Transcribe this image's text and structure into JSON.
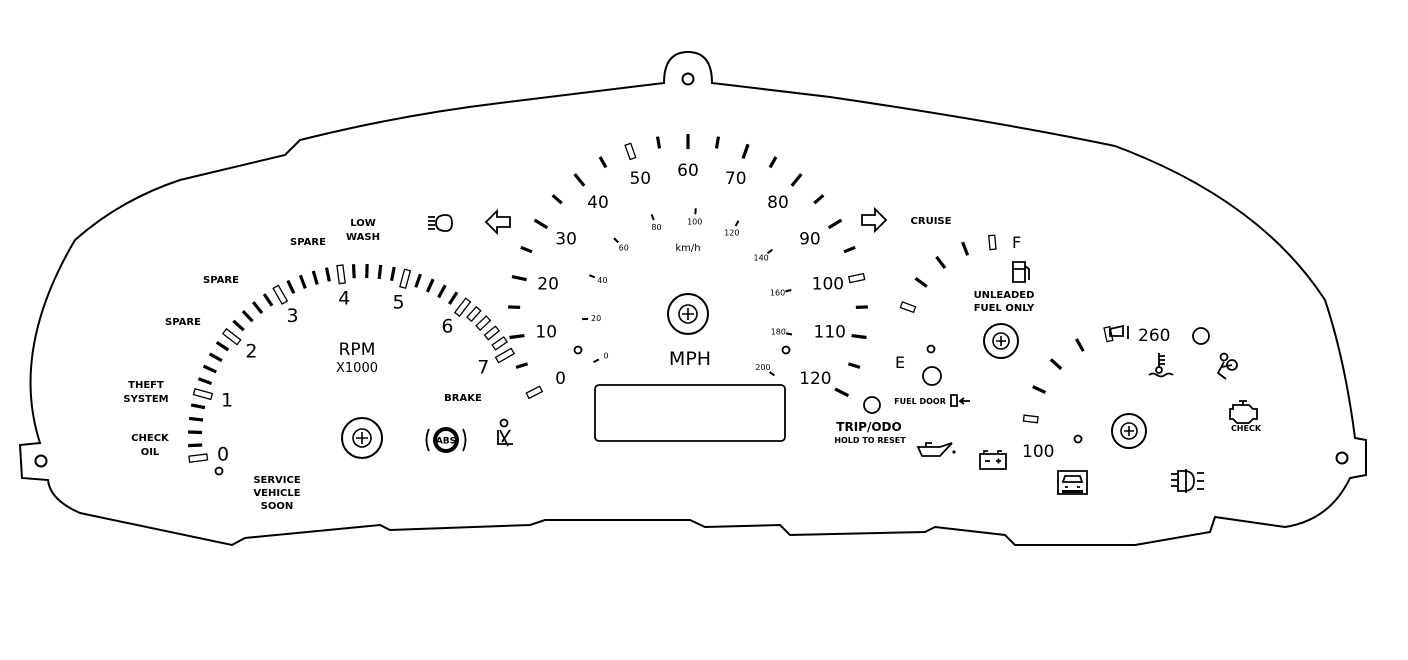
{
  "speedometer": {
    "mph_labels": [
      "0",
      "10",
      "20",
      "30",
      "40",
      "50",
      "60",
      "70",
      "80",
      "90",
      "100",
      "110",
      "120"
    ],
    "kmh_labels": [
      "0",
      "20",
      "40",
      "60",
      "80",
      "100",
      "120",
      "140",
      "160",
      "180",
      "200"
    ],
    "kmh_unit": "km/h",
    "unit": "MPH"
  },
  "tachometer": {
    "labels": [
      "0",
      "1",
      "2",
      "3",
      "4",
      "5",
      "6",
      "7"
    ],
    "unit": "RPM",
    "multiplier": "X1000"
  },
  "fuel_gauge": {
    "full": "F",
    "empty": "E",
    "notice_line1": "UNLEADED",
    "notice_line2": "FUEL ONLY"
  },
  "temp_gauge": {
    "low": "100",
    "high": "260"
  },
  "warnings": {
    "spare1": "SPARE",
    "spare2": "SPARE",
    "spare3": "SPARE",
    "low_wash_line1": "LOW",
    "low_wash_line2": "WASH",
    "theft_line1": "THEFT",
    "theft_line2": "SYSTEM",
    "check_oil_line1": "CHECK",
    "check_oil_line2": "OIL",
    "service_line1": "SERVICE",
    "service_line2": "VEHICLE",
    "service_line3": "SOON",
    "brake": "BRAKE",
    "abs": "ABS",
    "cruise": "CRUISE",
    "fuel_door": "FUEL DOOR",
    "trip_odo": "TRIP/ODO",
    "hold_reset": "HOLD TO RESET",
    "check_engine": "CHECK"
  },
  "icons": [
    "headlamp-icon",
    "left-turn-arrow-icon",
    "right-turn-arrow-icon",
    "fuel-pump-icon",
    "seatbelt-icon",
    "abs-icon",
    "coolant-temp-icon",
    "airbag-icon",
    "check-engine-icon",
    "oil-can-icon",
    "battery-icon",
    "traction-control-icon",
    "fog-lamp-icon"
  ]
}
